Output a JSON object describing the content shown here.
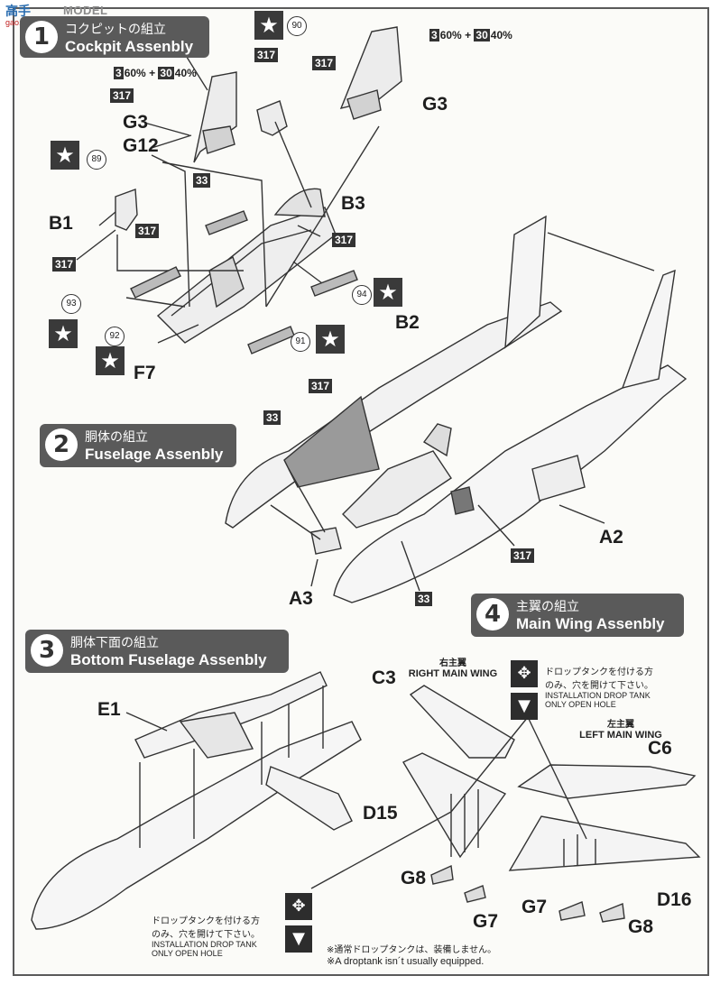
{
  "watermark": {
    "brand": "MODEL SEARCH",
    "url": "gao.lehai.com",
    "logo": "高手"
  },
  "steps": [
    {
      "num": "1",
      "ja": "コクピットの組立",
      "en": "Cockpit Assenbly"
    },
    {
      "num": "2",
      "ja": "胴体の組立",
      "en": "Fuselage Assenbly"
    },
    {
      "num": "3",
      "ja": "胴体下面の組立",
      "en": "Bottom Fuselage Assenbly"
    },
    {
      "num": "4",
      "ja": "主翼の組立",
      "en": "Main Wing Assenbly"
    }
  ],
  "parts": {
    "g3_a": "G3",
    "g12": "G12",
    "g3_b": "G3",
    "b1": "B1",
    "b3": "B3",
    "f7": "F7",
    "b2": "B2",
    "a2": "A2",
    "a3": "A3",
    "e1": "E1",
    "c3": "C3",
    "c6": "C6",
    "d15": "D15",
    "d16": "D16",
    "g8_a": "G8",
    "g7_a": "G7",
    "g7_b": "G7",
    "g8_b": "G8"
  },
  "paint_codes": {
    "c317_1": "317",
    "c317_2": "317",
    "c317_3": "317",
    "c317_4": "317",
    "c317_5": "317",
    "c317_6": "317",
    "c317_7": "317",
    "c317_8": "317",
    "c33_1": "33",
    "c33_2": "33",
    "c33_3": "33",
    "mix1": {
      "a": "3",
      "a_pct": "60%",
      "plus": "+",
      "b": "30",
      "b_pct": "40%"
    },
    "mix2": {
      "a": "3",
      "a_pct": "60%",
      "plus": "+",
      "b": "30",
      "b_pct": "40%"
    }
  },
  "decals": {
    "d89": "89",
    "d90": "90",
    "d91": "91",
    "d92": "92",
    "d93": "93",
    "d94": "94"
  },
  "icons": {
    "star": "★",
    "drill": "drill-hole-icon"
  },
  "wings": {
    "right_ja": "右主翼",
    "right_en": "RIGHT MAIN WING",
    "left_ja": "左主翼",
    "left_en": "LEFT MAIN WING"
  },
  "notes": {
    "drop_ja1": "ドロップタンクを付ける方",
    "drop_ja2": "のみ、穴を開けて下さい。",
    "drop_en1": "INSTALLATION DROP TANK",
    "drop_en2": "ONLY OPEN HOLE",
    "drop2_ja1": "ドロップタンクを付ける方",
    "drop2_ja2": "のみ、穴を開けて下さい。",
    "drop2_en1": "INSTALLATION DROP TANK",
    "drop2_en2": "ONLY OPEN HOLE",
    "footer_ja": "※通常ドロップタンクは、装備しません。",
    "footer_en": "※A droptank isn´t usually equipped."
  }
}
